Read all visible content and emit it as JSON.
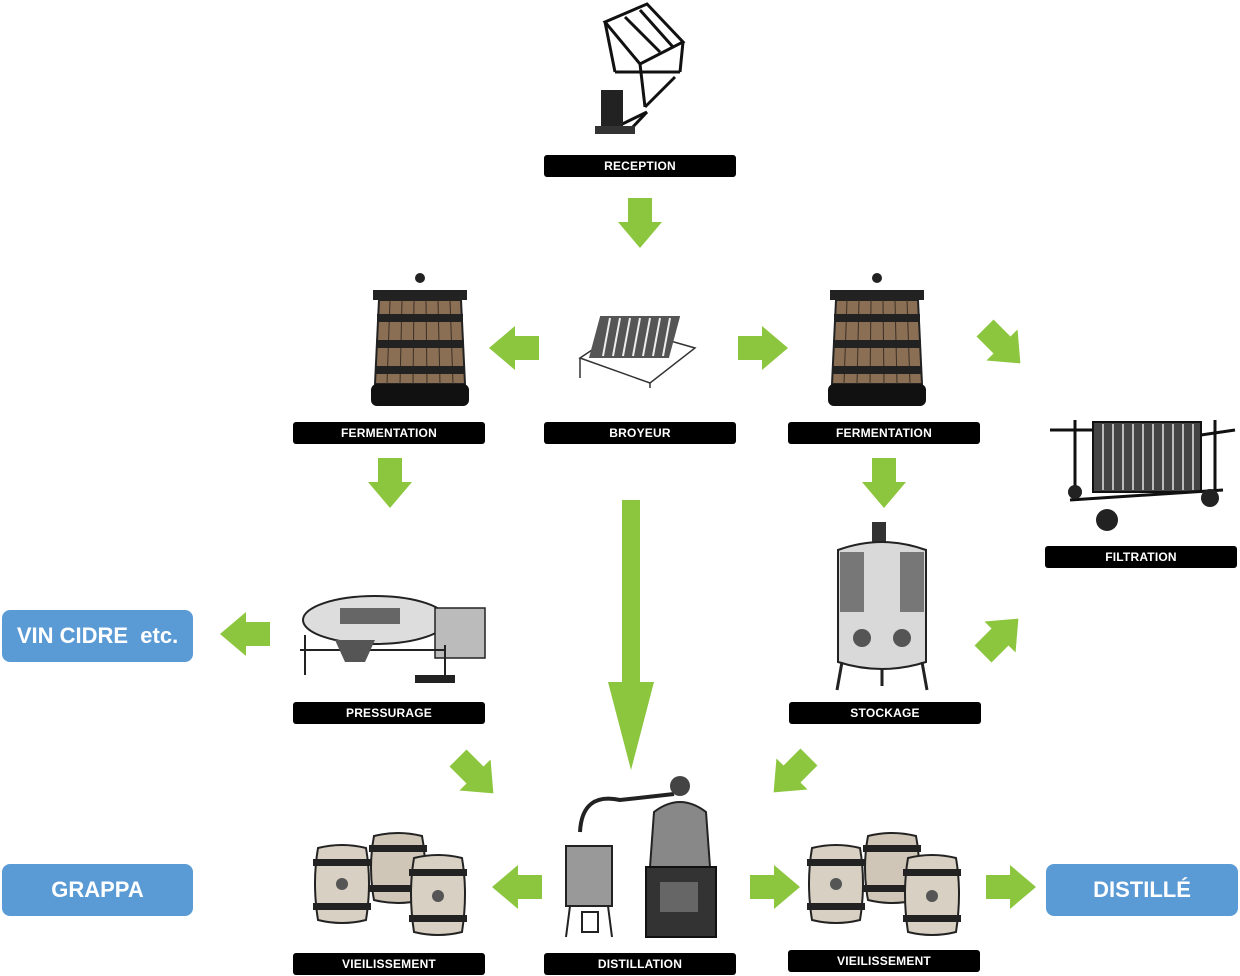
{
  "nodes": {
    "reception": "RECEPTION",
    "fermentation_left": "FERMENTATION",
    "broyeur": "BROYEUR",
    "fermentation_right": "FERMENTATION",
    "filtration": "FILTRATION",
    "pressurage": "PRESSURAGE",
    "stockage": "STOCKAGE",
    "vieillissement_left": "VIEILISSEMENT",
    "distillation": "DISTILLATION",
    "vieillissement_right": "VIEILISSEMENT"
  },
  "outputs": {
    "vin_cidre": "VIN CIDRE  etc.",
    "grappa": "GRAPPA",
    "distille": "DISTILLÉ"
  },
  "colors": {
    "arrow": "#8cc63f",
    "label_bg": "#000000",
    "output_bg": "#5b9bd5"
  },
  "icons": {
    "reception": "tipping-crate-icon",
    "broyeur": "crusher-machine-icon",
    "fermentation": "wooden-vat-icon",
    "filtration": "plate-filter-icon",
    "pressurage": "press-machine-icon",
    "stockage": "steel-tank-icon",
    "distillation": "alembic-still-icon",
    "vieillissement": "barrels-icon"
  }
}
